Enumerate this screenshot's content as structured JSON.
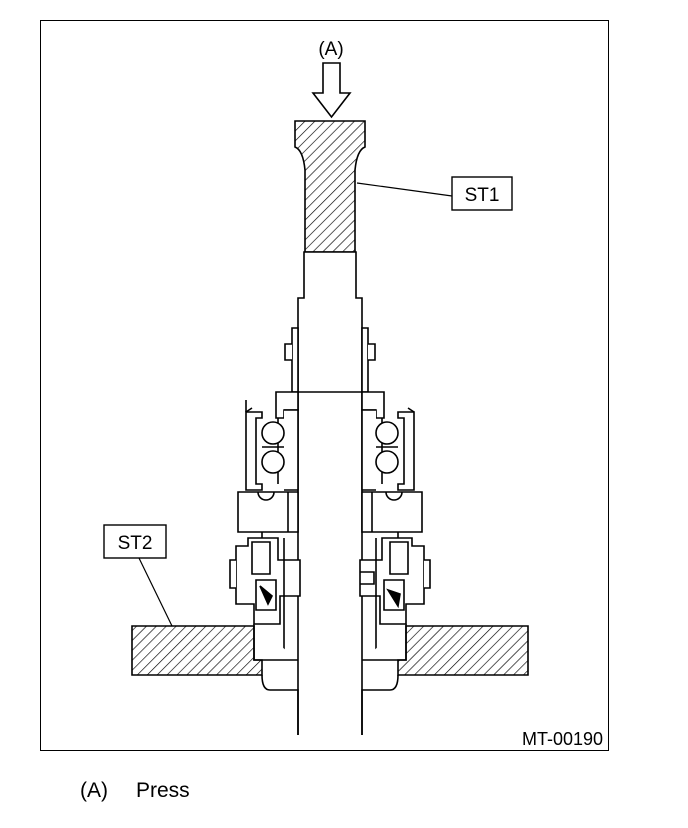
{
  "diagram": {
    "press_marker": "(A)",
    "tool_labels": {
      "upper": "ST1",
      "lower": "ST2"
    },
    "figure_code": "MT-00190"
  },
  "legend": {
    "key": "(A)",
    "text": "Press"
  }
}
